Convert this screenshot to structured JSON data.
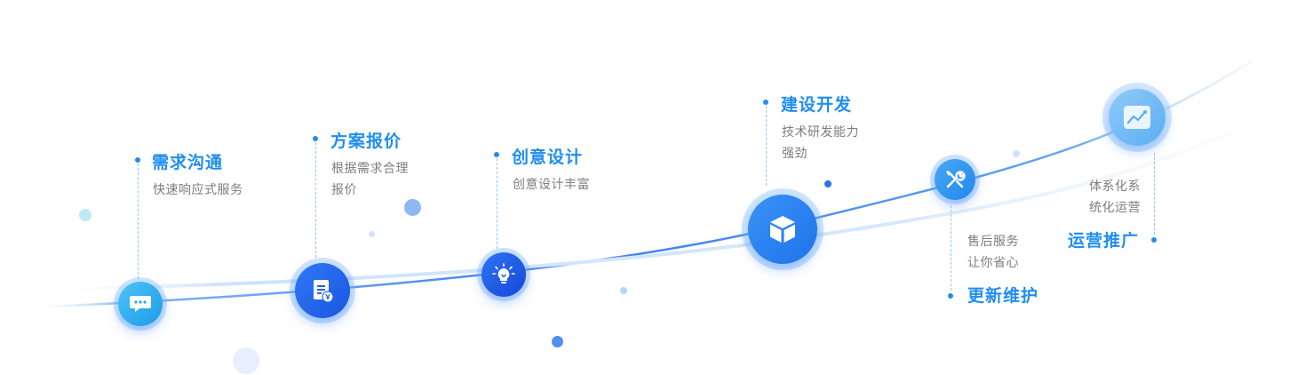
{
  "steps": [
    {
      "title": "需求沟通",
      "desc": [
        "快速响应式服务"
      ],
      "icon": "chat-icon"
    },
    {
      "title": "方案报价",
      "desc": [
        "根据需求合理",
        "报价"
      ],
      "icon": "quote-document-icon"
    },
    {
      "title": "创意设计",
      "desc": [
        "创意设计丰富"
      ],
      "icon": "lightbulb-icon"
    },
    {
      "title": "建设开发",
      "desc": [
        "技术研发能力",
        "强劲"
      ],
      "icon": "cube-icon"
    },
    {
      "title": "更新维护",
      "desc": [
        "售后服务",
        "让你省心"
      ],
      "icon": "wrench-screwdriver-icon"
    },
    {
      "title": "运营推广",
      "desc": [
        "体系化系",
        "统化运营"
      ],
      "icon": "chart-line-icon"
    }
  ],
  "colors": {
    "accent": "#1f8ef1",
    "text_muted": "#7d7d7d",
    "curve": "#4d8ff2"
  }
}
